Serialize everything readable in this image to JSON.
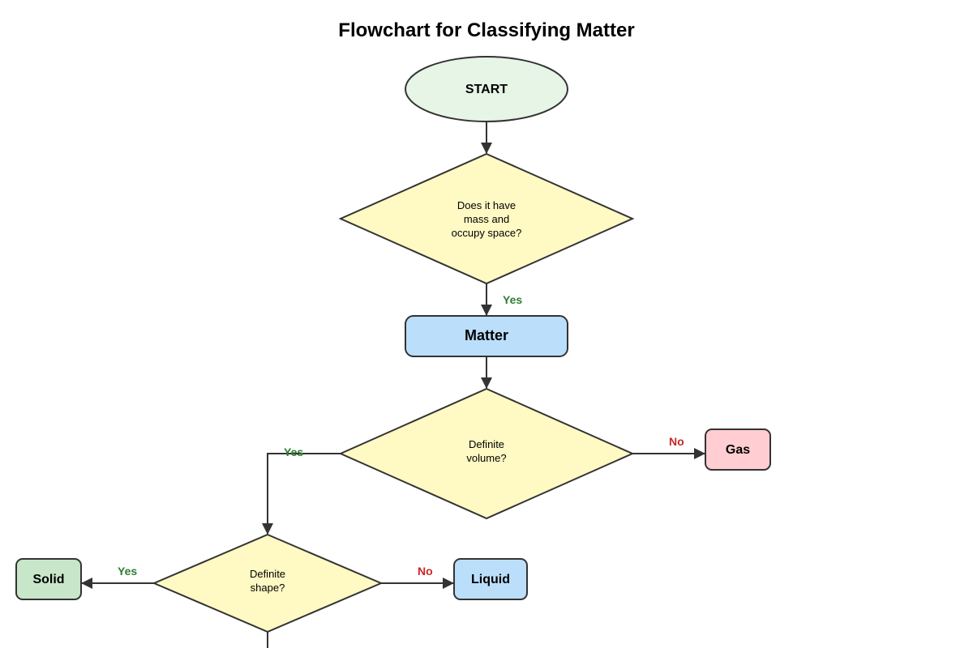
{
  "title": "Flowchart for Classifying Matter",
  "colors": {
    "terminal_fill": "#e6f5e6",
    "decision_fill": "#fff9c4",
    "matter_fill": "#bbdefb",
    "gas_fill": "#ffcdd2",
    "liquid_fill": "#bbdefb",
    "solid_fill": "#c8e6c9",
    "stroke": "#333333",
    "yes_color": "#2e7d32",
    "no_color": "#c62828"
  },
  "nodes": {
    "start": {
      "label": "START"
    },
    "mass_decision": {
      "lines": [
        "Does it have",
        "mass and",
        "occupy space?"
      ]
    },
    "matter": {
      "label": "Matter"
    },
    "volume_decision": {
      "lines": [
        "Definite",
        "volume?"
      ]
    },
    "gas": {
      "label": "Gas"
    },
    "shape_decision": {
      "lines": [
        "Definite",
        "shape?"
      ]
    },
    "solid": {
      "label": "Solid"
    },
    "liquid": {
      "label": "Liquid"
    }
  },
  "edges": {
    "mass_to_matter": {
      "label": "Yes"
    },
    "volume_to_gas": {
      "label": "No"
    },
    "volume_to_shape": {
      "label": "Yes"
    },
    "shape_to_solid": {
      "label": "Yes"
    },
    "shape_to_liquid": {
      "label": "No"
    }
  }
}
